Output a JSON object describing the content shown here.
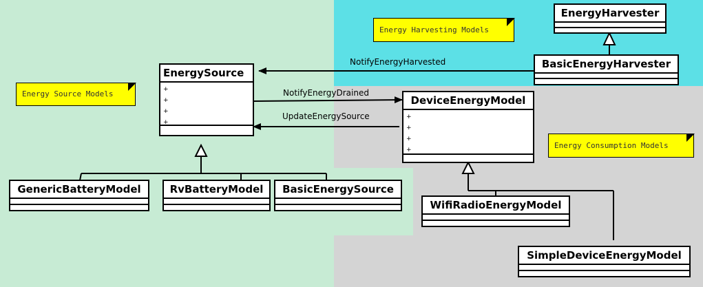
{
  "colors": {
    "source_region": "#c7ebd4",
    "harvest_region": "#5ce0e6",
    "consumption_region": "#d4d4d4",
    "note_fill": "#ffff00"
  },
  "notes": {
    "harvest": "Energy Harvesting Models",
    "source": "Energy Source Models",
    "consumption": "Energy Consumption Models"
  },
  "classes": {
    "energy_harvester": "EnergyHarvester",
    "basic_energy_harvester": "BasicEnergyHarvester",
    "energy_source": "EnergySource",
    "device_energy_model": "DeviceEnergyModel",
    "generic_battery_model": "GenericBatteryModel",
    "rv_battery_model": "RvBatteryModel",
    "basic_energy_source": "BasicEnergySource",
    "wifi_radio_energy_model": "WifiRadioEnergyModel",
    "simple_device_energy_model": "SimpleDeviceEnergyModel"
  },
  "ops_marker": "+",
  "relations": {
    "notify_energy_harvested": "NotifyEnergyHarvested",
    "notify_energy_drained": "NotifyEnergyDrained",
    "update_energy_source": "UpdateEnergySource"
  }
}
